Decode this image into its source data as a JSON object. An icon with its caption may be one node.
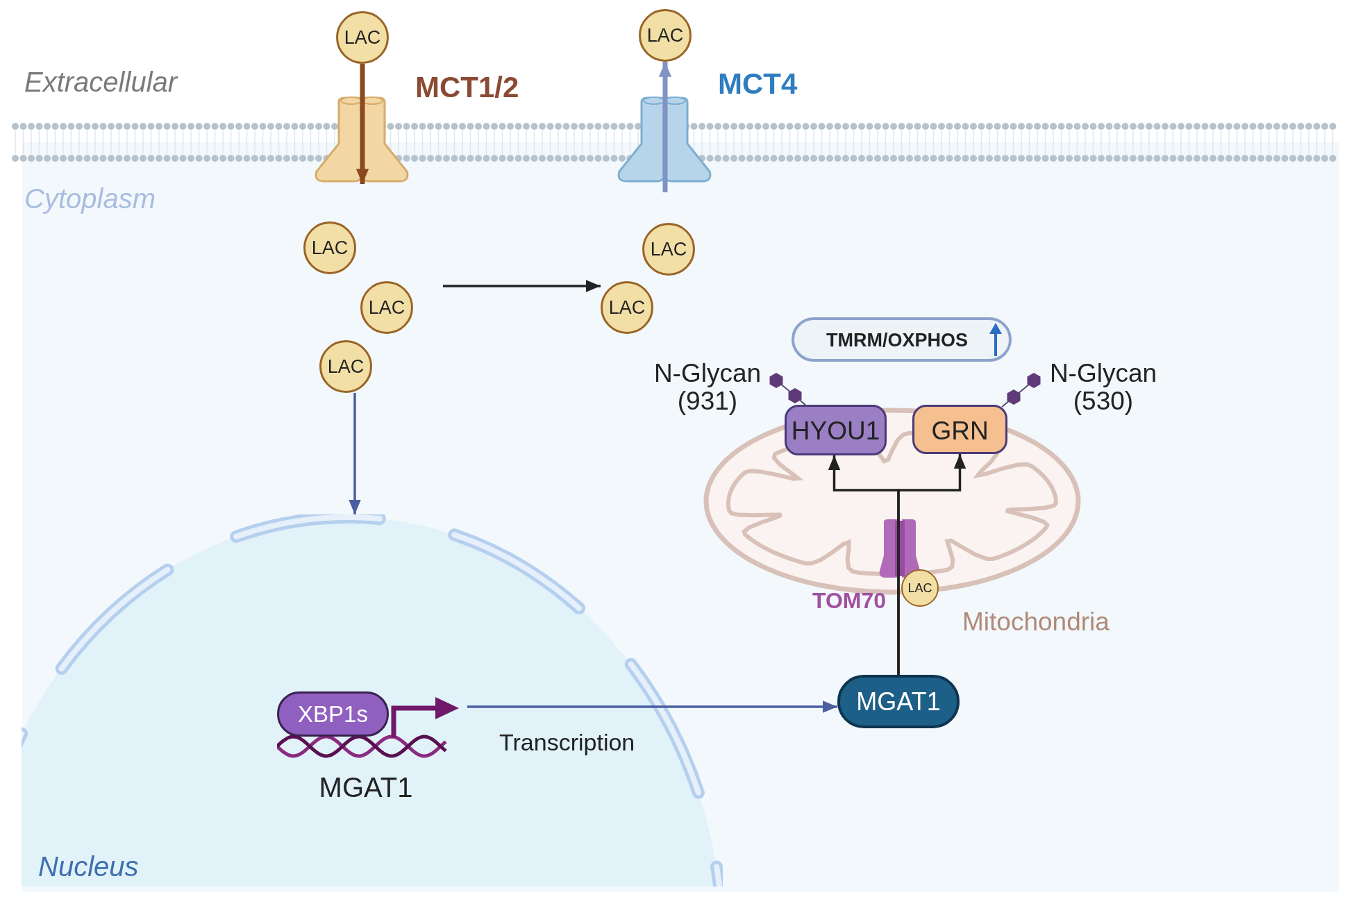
{
  "diagram": {
    "nodes": [
      {
        "text": [
          "LAC"
        ]
      },
      {
        "text": [
          "LAC"
        ]
      },
      {
        "text": [
          "MCT1/2"
        ]
      },
      {
        "text": [
          "MCT4"
        ]
      },
      {
        "text": [
          "LAC"
        ]
      },
      {
        "text": [
          "LAC"
        ]
      },
      {
        "text": [
          "LAC"
        ]
      },
      {
        "text": [
          "LAC"
        ]
      },
      {
        "text": [
          "LAC"
        ]
      },
      {
        "text": [
          "Nucleus"
        ]
      },
      {
        "text": [
          "XBP1s"
        ],
        "in": 9
      },
      {
        "text": [
          "MGAT1"
        ],
        "in": 9
      },
      {
        "text": [
          "TMRM/OXPHOS"
        ]
      },
      {
        "text": [
          "Mitochondria"
        ]
      },
      {
        "text": [
          "HYOU1"
        ],
        "beside": [
          "N-Glycan (931)"
        ]
      },
      {
        "text": [
          "GRN"
        ],
        "beside": [
          "N-Glycan (530)"
        ]
      },
      {
        "text": [
          "TOM70"
        ]
      },
      {
        "text": [
          "LAC"
        ],
        "in": 13
      },
      {
        "text": [
          "MGAT1"
        ]
      }
    ],
    "edges": [
      {
        "from": 0,
        "to": 2,
        "arrow": "to",
        "style": "thick",
        "color": "#8a4a1e"
      },
      {
        "from": 3,
        "to": 1,
        "arrow": "to",
        "style": "thick",
        "color": "#8093c4"
      },
      {
        "from": null,
        "to": 8,
        "arrow": "to"
      },
      {
        "from": 6,
        "to": 9,
        "arrow": "to",
        "color": "#4a5fa0"
      },
      {
        "from": 11,
        "to": 18,
        "arrow": "to",
        "label": "Transcription",
        "color": "#4a5fa0"
      },
      {
        "from": 18,
        "to": 14,
        "arrow": "to"
      },
      {
        "from": 18,
        "to": 15,
        "arrow": "to"
      }
    ],
    "labels": [
      "Extracellular",
      "Cytoplasm"
    ]
  }
}
